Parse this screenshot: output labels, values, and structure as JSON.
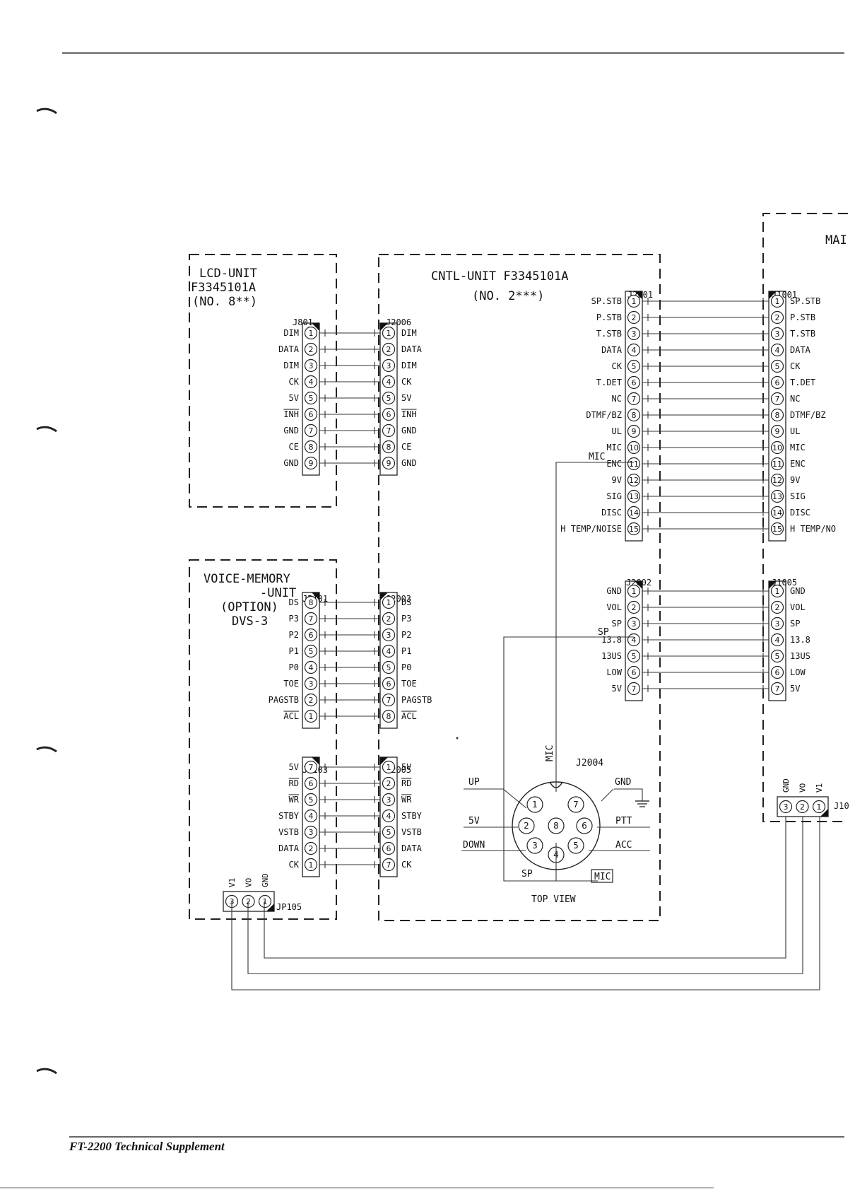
{
  "units": {
    "lcd": {
      "lines": [
        "LCD-UNIT",
        "F3345101A",
        "(NO. 8**)"
      ]
    },
    "cntl": {
      "lines": [
        "CNTL-UNIT  F3345101A",
        "(NO. 2***)"
      ]
    },
    "voice": {
      "lines": [
        "VOICE-MEMORY",
        "-UNIT",
        "(OPTION)",
        "DVS-3"
      ]
    },
    "main": {
      "lines": [
        "MAI"
      ]
    }
  },
  "connectors": {
    "J801": {
      "name": "J801",
      "pins": [
        {
          "n": "1",
          "label": "DIM"
        },
        {
          "n": "2",
          "label": "DATA"
        },
        {
          "n": "3",
          "label": "DIM"
        },
        {
          "n": "4",
          "label": "CK"
        },
        {
          "n": "5",
          "label": "5V"
        },
        {
          "n": "6",
          "label": "INH"
        },
        {
          "n": "7",
          "label": "GND"
        },
        {
          "n": "8",
          "label": "CE"
        },
        {
          "n": "9",
          "label": "GND"
        }
      ]
    },
    "J2006": {
      "name": "J2006",
      "pins": [
        {
          "n": "1",
          "label": "DIM"
        },
        {
          "n": "2",
          "label": "DATA"
        },
        {
          "n": "3",
          "label": "DIM"
        },
        {
          "n": "4",
          "label": "CK"
        },
        {
          "n": "5",
          "label": "5V"
        },
        {
          "n": "6",
          "label": "INH"
        },
        {
          "n": "7",
          "label": "GND"
        },
        {
          "n": "8",
          "label": "CE"
        },
        {
          "n": "9",
          "label": "GND"
        }
      ]
    },
    "J2001": {
      "name": "J2001",
      "pins": [
        {
          "n": "1",
          "label": "SP.STB"
        },
        {
          "n": "2",
          "label": "P.STB"
        },
        {
          "n": "3",
          "label": "T.STB"
        },
        {
          "n": "4",
          "label": "DATA"
        },
        {
          "n": "5",
          "label": "CK"
        },
        {
          "n": "6",
          "label": "T.DET"
        },
        {
          "n": "7",
          "label": "NC"
        },
        {
          "n": "8",
          "label": "DTMF/BZ"
        },
        {
          "n": "9",
          "label": "UL"
        },
        {
          "n": "10",
          "label": "MIC"
        },
        {
          "n": "11",
          "label": "ENC"
        },
        {
          "n": "12",
          "label": "9V"
        },
        {
          "n": "13",
          "label": "SIG"
        },
        {
          "n": "14",
          "label": "DISC"
        },
        {
          "n": "15",
          "label": "H TEMP/NOISE"
        }
      ]
    },
    "J1001": {
      "name": "J1001",
      "pins": [
        {
          "n": "1",
          "label": "SP.STB"
        },
        {
          "n": "2",
          "label": "P.STB"
        },
        {
          "n": "3",
          "label": "T.STB"
        },
        {
          "n": "4",
          "label": "DATA"
        },
        {
          "n": "5",
          "label": "CK"
        },
        {
          "n": "6",
          "label": "T.DET"
        },
        {
          "n": "7",
          "label": "NC"
        },
        {
          "n": "8",
          "label": "DTMF/BZ"
        },
        {
          "n": "9",
          "label": "UL"
        },
        {
          "n": "10",
          "label": "MIC"
        },
        {
          "n": "11",
          "label": "ENC"
        },
        {
          "n": "12",
          "label": "9V"
        },
        {
          "n": "13",
          "label": "SIG"
        },
        {
          "n": "14",
          "label": "DISC"
        },
        {
          "n": "15",
          "label": "H TEMP/NO"
        }
      ]
    },
    "JP101": {
      "name": "JP101",
      "pins": [
        {
          "n": "8",
          "label": "DS"
        },
        {
          "n": "7",
          "label": "P3"
        },
        {
          "n": "6",
          "label": "P2"
        },
        {
          "n": "5",
          "label": "P1"
        },
        {
          "n": "4",
          "label": "P0"
        },
        {
          "n": "3",
          "label": "TOE"
        },
        {
          "n": "2",
          "label": "PAGSTB"
        },
        {
          "n": "1",
          "label": "ACL"
        }
      ]
    },
    "J2003": {
      "name": "J2003",
      "pins": [
        {
          "n": "1",
          "label": "DS"
        },
        {
          "n": "2",
          "label": "P3"
        },
        {
          "n": "3",
          "label": "P2"
        },
        {
          "n": "4",
          "label": "P1"
        },
        {
          "n": "5",
          "label": "P0"
        },
        {
          "n": "6",
          "label": "TOE"
        },
        {
          "n": "7",
          "label": "PAGSTB"
        },
        {
          "n": "8",
          "label": "ACL"
        }
      ]
    },
    "J2002": {
      "name": "J2002",
      "pins": [
        {
          "n": "1",
          "label": "GND"
        },
        {
          "n": "2",
          "label": "VOL"
        },
        {
          "n": "3",
          "label": "SP"
        },
        {
          "n": "4",
          "label": "13.8"
        },
        {
          "n": "5",
          "label": "13US"
        },
        {
          "n": "6",
          "label": "LOW"
        },
        {
          "n": "7",
          "label": "5V"
        }
      ]
    },
    "J1005": {
      "name": "J1005",
      "pins": [
        {
          "n": "1",
          "label": "GND"
        },
        {
          "n": "2",
          "label": "VOL"
        },
        {
          "n": "3",
          "label": "SP"
        },
        {
          "n": "4",
          "label": "13.8"
        },
        {
          "n": "5",
          "label": "13US"
        },
        {
          "n": "6",
          "label": "LOW"
        },
        {
          "n": "7",
          "label": "5V"
        }
      ]
    },
    "JP103": {
      "name": "JP103",
      "pins": [
        {
          "n": "7",
          "label": "5V"
        },
        {
          "n": "6",
          "label": "RD"
        },
        {
          "n": "5",
          "label": "WR"
        },
        {
          "n": "4",
          "label": "STBY"
        },
        {
          "n": "3",
          "label": "VSTB"
        },
        {
          "n": "2",
          "label": "DATA"
        },
        {
          "n": "1",
          "label": "CK"
        }
      ]
    },
    "J2005": {
      "name": "J2005",
      "pins": [
        {
          "n": "1",
          "label": "5V"
        },
        {
          "n": "2",
          "label": "RD"
        },
        {
          "n": "3",
          "label": "WR"
        },
        {
          "n": "4",
          "label": "STBY"
        },
        {
          "n": "5",
          "label": "VSTB"
        },
        {
          "n": "6",
          "label": "DATA"
        },
        {
          "n": "7",
          "label": "CK"
        }
      ]
    },
    "JP105": {
      "name": "JP105",
      "pins": [
        {
          "n": "3",
          "label": "V1"
        },
        {
          "n": "2",
          "label": "VO"
        },
        {
          "n": "1",
          "label": "GND"
        }
      ]
    },
    "J10": {
      "name": "J10",
      "pins": [
        {
          "n": "3",
          "label": "GND"
        },
        {
          "n": "2",
          "label": "VO"
        },
        {
          "n": "1",
          "label": "V1"
        }
      ]
    }
  },
  "overbar_labels": [
    "INH",
    "ACL",
    "RD",
    "WR"
  ],
  "mic_jack": {
    "name": "J2004",
    "view_label": "TOP VIEW",
    "mic_box_label": "MIC",
    "pins": [
      "1",
      "2",
      "3",
      "4",
      "5",
      "6",
      "7",
      "8"
    ],
    "wire_labels": {
      "up": "UP",
      "five_v": "5V",
      "down": "DOWN",
      "gnd": "GND",
      "ptt": "PTT",
      "acc": "ACC",
      "sp": "SP",
      "mic": "MIC"
    }
  },
  "net_labels": {
    "mic": "MIC",
    "sp": "SP"
  },
  "footer": "FT-2200  Technical Supplement"
}
